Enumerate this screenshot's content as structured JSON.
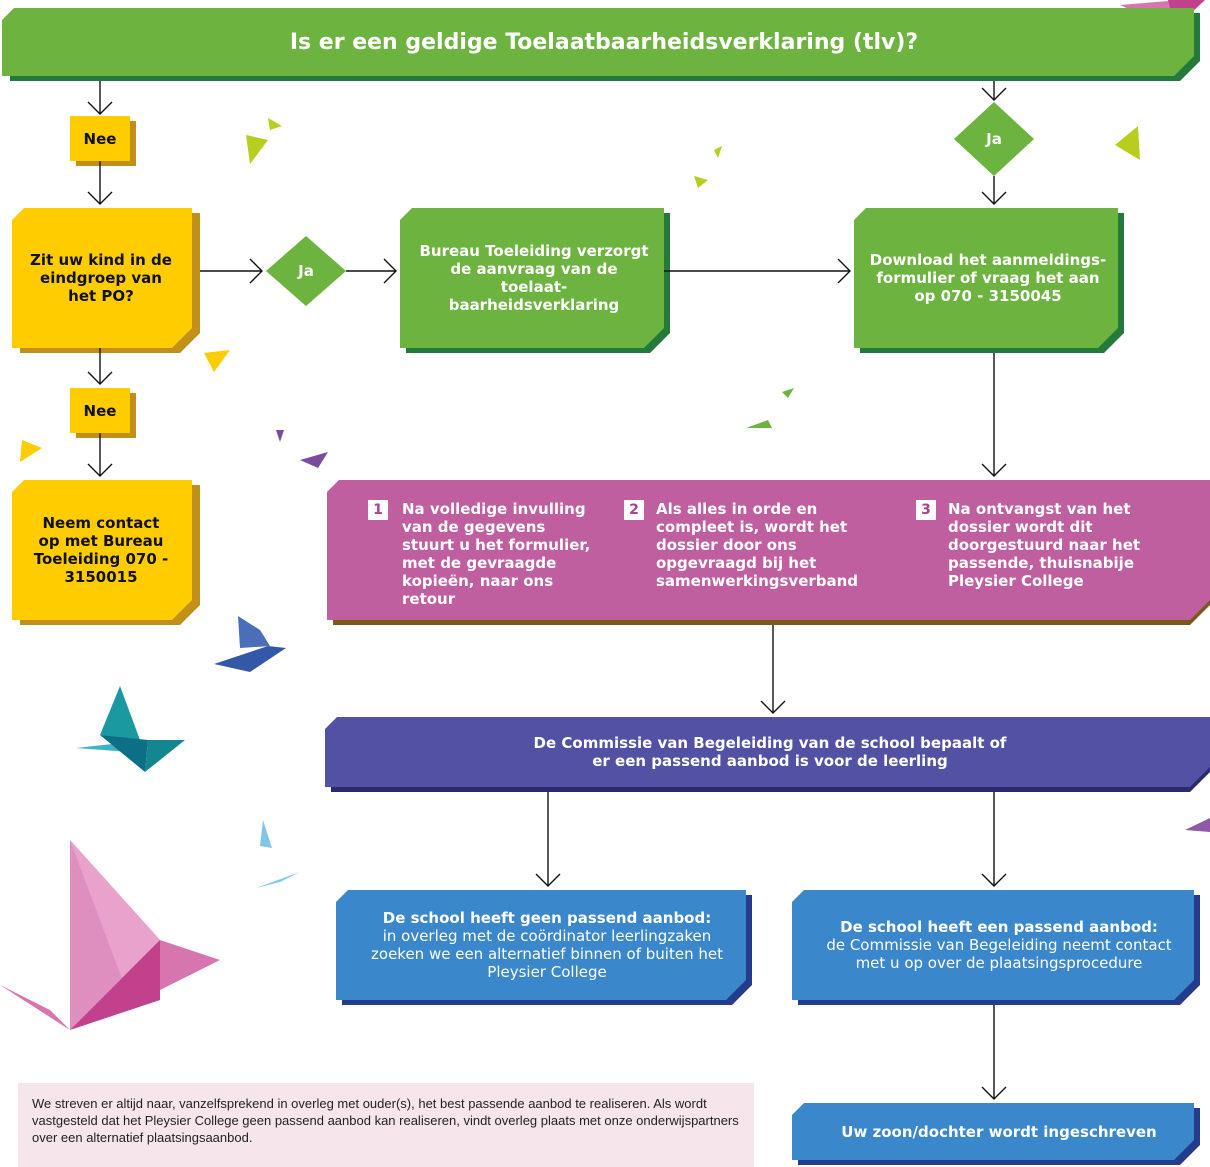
{
  "colors": {
    "green": "#6db33f",
    "green_shadow": "#237a3a",
    "yellow": "#ffcc00",
    "yellow_shadow": "#c0901a",
    "magenta": "#c05fa0",
    "magenta_shadow": "#7a5a1a",
    "indigo": "#5351a4",
    "indigo_shadow": "#2b2a6e",
    "blue": "#3b87cc",
    "blue_shadow": "#233c8c",
    "note_bg": "#f6e6ec"
  },
  "header": {
    "title": "Is er een geldige Toelaatbaarheidsverklaring (tlv)?"
  },
  "decisions": {
    "nee_1": "Nee",
    "nee_2": "Nee",
    "ja_left": "Ja",
    "ja_right": "Ja"
  },
  "boxes": {
    "eindgroep": "Zit uw kind in de eindgroep van het PO?",
    "contact": "Neem contact op met Bureau Toeleiding 070 - 3150015",
    "bureau": "Bureau Toeleiding verzorgt de aanvraag van de toelaat-baarheidsverklaring",
    "download": "Download het aanmeldings-formulier of vraag het aan op 070 - 3150045",
    "commissie": "De Commissie van Begeleiding van de school bepaalt of er een passend aanbod is voor de leerling",
    "geen_passend_title": "De school heeft geen passend aanbod:",
    "geen_passend_body": "in overleg met de coördinator leerlingzaken zoeken we een alternatief binnen of buiten het Pleysier College",
    "passend_title": "De school heeft een passend aanbod:",
    "passend_body": "de Commissie van Begeleiding neemt contact met u op over de plaatsingsprocedure",
    "ingeschreven": "Uw zoon/dochter wordt ingeschreven"
  },
  "steps": [
    {
      "num": "1",
      "text": "Na volledige invulling van de gegevens stuurt u het formulier, met de gevraagde kopieën, naar ons retour"
    },
    {
      "num": "2",
      "text": "Als alles in orde en compleet is, wordt het dossier door ons opgevraagd bij het samenwerkingsverband"
    },
    {
      "num": "3",
      "text": "Na ontvangst van het dossier wordt dit doorgestuurd naar het passende, thuisnabije Pleysier College"
    }
  ],
  "note": "We streven er altijd naar, vanzelfsprekend in overleg met ouder(s), het best passende aanbod te realiseren. Als wordt vastgesteld dat het Pleysier College geen passend aanbod kan realiseren, vindt overleg plaats met onze onderwijspartners over een alternatief plaatsingsaanbod."
}
